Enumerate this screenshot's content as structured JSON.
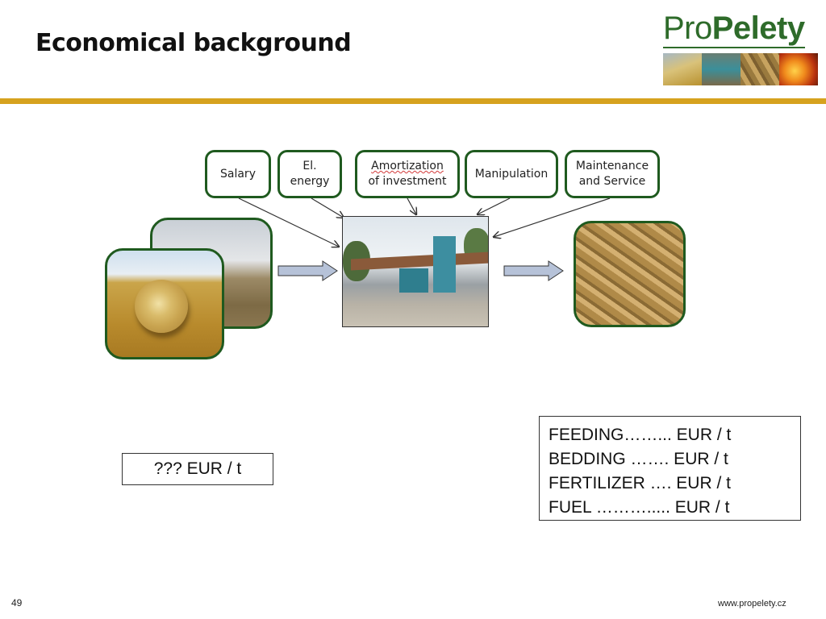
{
  "slide": {
    "title": "Economical background",
    "logo": {
      "text_pro": "Pro",
      "text_brand": "Pelety"
    },
    "cost_factors": [
      {
        "line1": "Salary",
        "line2": ""
      },
      {
        "line1": "El.",
        "line2": "energy"
      },
      {
        "line1": "Amortization",
        "line2": "of investment"
      },
      {
        "line1": "Manipulation",
        "line2": ""
      },
      {
        "line1": "Maintenance",
        "line2": "and Service"
      }
    ],
    "input_price": "???  EUR / t",
    "uses": [
      "FEEDING……... EUR / t",
      "BEDDING ……. EUR / t",
      "FERTILIZER …. EUR / t",
      "FUEL ………..... EUR / t"
    ],
    "page_number": "49",
    "website": "www.propelety.cz"
  },
  "colors": {
    "accent_rule": "#d6a21e",
    "box_border": "#1f5a1f",
    "logo_green": "#2e6b2a"
  },
  "icons": [
    "straw-bale-photo",
    "field-photo",
    "pellet-plant-photo",
    "wood-pellets-photo"
  ]
}
